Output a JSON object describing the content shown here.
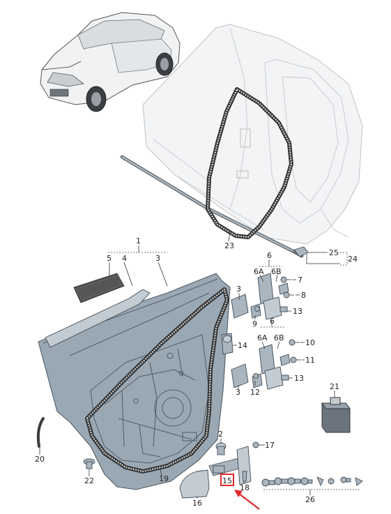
{
  "callouts": {
    "c1": "1",
    "c2": "2",
    "c3a": "3",
    "c3b": "3",
    "c3c": "3",
    "c4": "4",
    "c5": "5",
    "c6a": "6",
    "c6b": "6",
    "c6Aa": "6A",
    "c6Ab": "6A",
    "c6Ba": "6B",
    "c6Bb": "6B",
    "c7": "7",
    "c8": "8",
    "c9": "9",
    "c10": "10",
    "c11": "11",
    "c12": "12",
    "c13a": "13",
    "c13b": "13",
    "c14": "14",
    "c15": "15",
    "c16": "16",
    "c17": "17",
    "c18": "18",
    "c19": "19",
    "c20": "20",
    "c21": "21",
    "c22": "22",
    "c23": "23",
    "c24": "24",
    "c25": "25",
    "c26": "26"
  },
  "colors": {
    "highlight": "#e8272a",
    "door": "#9aa8b4",
    "seal": "#2f2f2f"
  },
  "highlighted_part": "15"
}
